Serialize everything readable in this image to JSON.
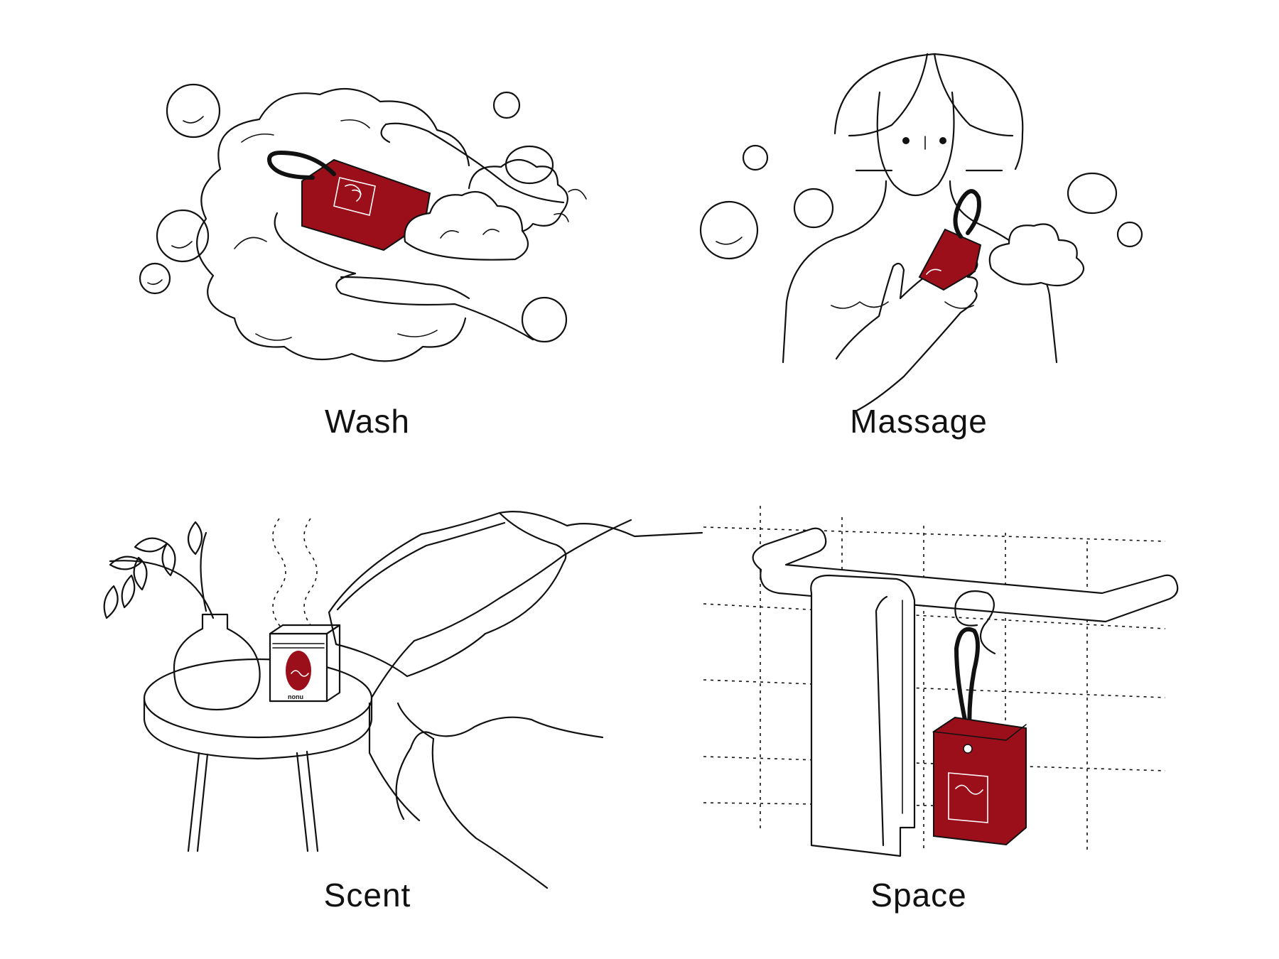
{
  "accent_color": "#9b0f1a",
  "panels": [
    {
      "label": "Wash",
      "icon": "soap-bar-with-lather-and-hands"
    },
    {
      "label": "Massage",
      "icon": "woman-massaging-with-soap"
    },
    {
      "label": "Scent",
      "icon": "soap-box-on-bedside-table"
    },
    {
      "label": "Space",
      "icon": "soap-hanging-on-towel-rail"
    }
  ],
  "product_box_brand": "nonu"
}
